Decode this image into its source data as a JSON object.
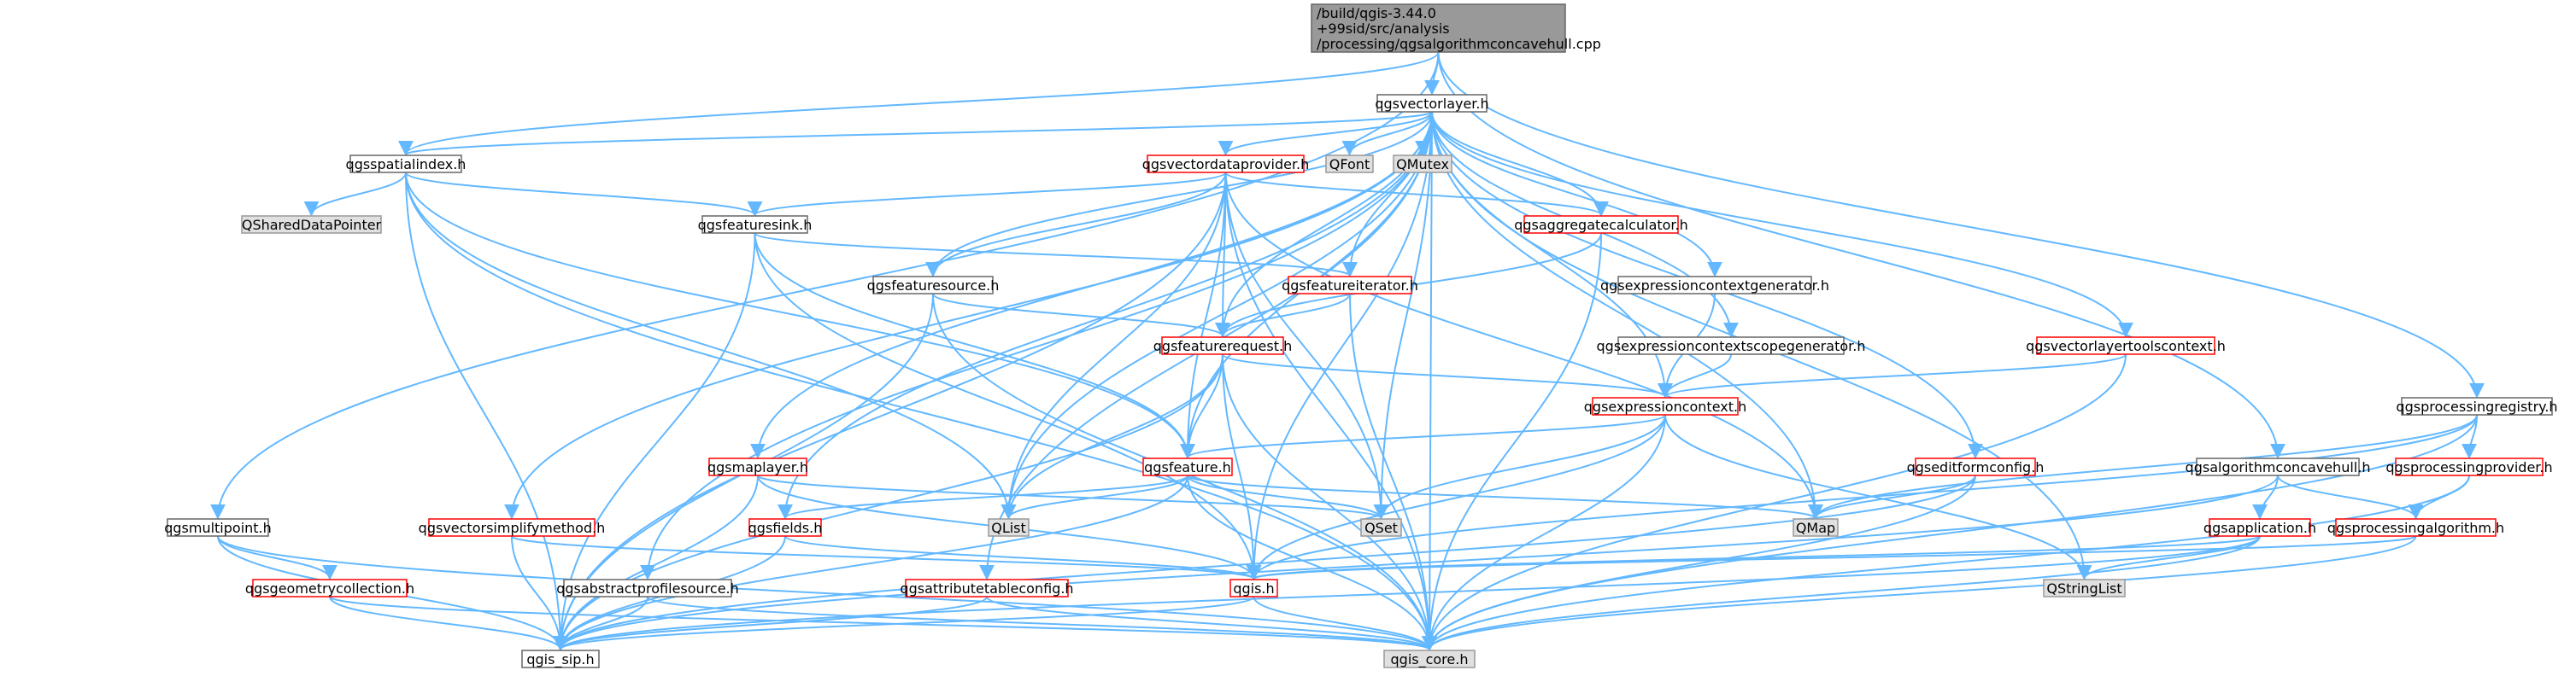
{
  "diagram": {
    "colors": {
      "edge": "#63b8ff",
      "root_fill": "#999999",
      "red_border": "#ff0000",
      "ext_fill": "#e0e0e0"
    },
    "nodes": [
      {
        "id": "root",
        "style": "root",
        "lines": [
          "/build/qgis-3.44.0",
          "+99sid/src/analysis",
          "/processing/qgsalgorithmconcavehull.cpp"
        ]
      },
      {
        "id": "qgsvectorlayer",
        "style": "normal",
        "lines": [
          "qgsvectorlayer.h"
        ]
      },
      {
        "id": "qgsspatialindex",
        "style": "normal",
        "lines": [
          "qgsspatialindex.h"
        ]
      },
      {
        "id": "qshareddatapointer",
        "style": "ext",
        "lines": [
          "QSharedDataPointer"
        ]
      },
      {
        "id": "qgsvectordataprovider",
        "style": "red",
        "lines": [
          "qgsvectordataprovider.h"
        ]
      },
      {
        "id": "qfont",
        "style": "ext",
        "lines": [
          "QFont"
        ]
      },
      {
        "id": "qmutex",
        "style": "ext",
        "lines": [
          "QMutex"
        ]
      },
      {
        "id": "qgsfeaturesink",
        "style": "normal",
        "lines": [
          "qgsfeaturesink.h"
        ]
      },
      {
        "id": "qgsaggregatecalculator",
        "style": "red",
        "lines": [
          "qgsaggregatecalculator.h"
        ]
      },
      {
        "id": "qgsfeaturesource",
        "style": "normal",
        "lines": [
          "qgsfeaturesource.h"
        ]
      },
      {
        "id": "qgsfeatureiterator",
        "style": "red",
        "lines": [
          "qgsfeatureiterator.h"
        ]
      },
      {
        "id": "qgsexpressioncontextgenerator",
        "style": "normal",
        "lines": [
          "qgsexpressioncontextgenerator.h"
        ]
      },
      {
        "id": "qgsfeaturerequest",
        "style": "red",
        "lines": [
          "qgsfeaturerequest.h"
        ]
      },
      {
        "id": "qgsexpressioncontextscopegenerator",
        "style": "normal",
        "lines": [
          "qgsexpressioncontextscopegenerator.h"
        ]
      },
      {
        "id": "qgsvectorlayertoolscontext",
        "style": "red",
        "lines": [
          "qgsvectorlayertoolscontext.h"
        ]
      },
      {
        "id": "qgsprocessingregistry",
        "style": "normal",
        "lines": [
          "qgsprocessingregistry.h"
        ]
      },
      {
        "id": "qgsexpressioncontext",
        "style": "red",
        "lines": [
          "qgsexpressioncontext.h"
        ]
      },
      {
        "id": "qgsmaplayer",
        "style": "red",
        "lines": [
          "qgsmaplayer.h"
        ]
      },
      {
        "id": "qgsfeature",
        "style": "red",
        "lines": [
          "qgsfeature.h"
        ]
      },
      {
        "id": "qgseditformconfig",
        "style": "red",
        "lines": [
          "qgseditformconfig.h"
        ]
      },
      {
        "id": "qgsalgorithmconcavehull",
        "style": "normal",
        "lines": [
          "qgsalgorithmconcavehull.h"
        ]
      },
      {
        "id": "qgsprocessingprovider",
        "style": "red",
        "lines": [
          "qgsprocessingprovider.h"
        ]
      },
      {
        "id": "qgsmultipoint",
        "style": "normal",
        "lines": [
          "qgsmultipoint.h"
        ]
      },
      {
        "id": "qgsvectorsimplifymethod",
        "style": "red",
        "lines": [
          "qgsvectorsimplifymethod.h"
        ]
      },
      {
        "id": "qgsfields",
        "style": "red",
        "lines": [
          "qgsfields.h"
        ]
      },
      {
        "id": "qlist",
        "style": "ext",
        "lines": [
          "QList"
        ]
      },
      {
        "id": "qset",
        "style": "ext",
        "lines": [
          "QSet"
        ]
      },
      {
        "id": "qmap",
        "style": "ext",
        "lines": [
          "QMap"
        ]
      },
      {
        "id": "qgsapplication",
        "style": "red",
        "lines": [
          "qgsapplication.h"
        ]
      },
      {
        "id": "qgsprocessingalgorithm",
        "style": "red",
        "lines": [
          "qgsprocessingalgorithm.h"
        ]
      },
      {
        "id": "qgsgeometrycollection",
        "style": "red",
        "lines": [
          "qgsgeometrycollection.h"
        ]
      },
      {
        "id": "qgsabstractprofilesource",
        "style": "normal",
        "lines": [
          "qgsabstractprofilesource.h"
        ]
      },
      {
        "id": "qgsattributetableconfig",
        "style": "red",
        "lines": [
          "qgsattributetableconfig.h"
        ]
      },
      {
        "id": "qgis",
        "style": "red",
        "lines": [
          "qgis.h"
        ]
      },
      {
        "id": "qstringlist",
        "style": "ext",
        "lines": [
          "QStringList"
        ]
      },
      {
        "id": "qgis_sip",
        "style": "normal",
        "lines": [
          "qgis_sip.h"
        ]
      },
      {
        "id": "qgis_core",
        "style": "ext",
        "lines": [
          "qgis_core.h"
        ]
      }
    ],
    "edges": [
      [
        "root",
        "qgsvectorlayer"
      ],
      [
        "root",
        "qgsspatialindex"
      ],
      [
        "root",
        "qgsmultipoint"
      ],
      [
        "root",
        "qgsprocessingregistry"
      ],
      [
        "root",
        "qgsalgorithmconcavehull"
      ],
      [
        "qgsvectorlayer",
        "qgsspatialindex"
      ],
      [
        "qgsvectorlayer",
        "qgsvectordataprovider"
      ],
      [
        "qgsvectorlayer",
        "qfont"
      ],
      [
        "qgsvectorlayer",
        "qmutex"
      ],
      [
        "qgsvectorlayer",
        "qgsaggregatecalculator"
      ],
      [
        "qgsvectorlayer",
        "qgsfeaturesource"
      ],
      [
        "qgsvectorlayer",
        "qgsfeatureiterator"
      ],
      [
        "qgsvectorlayer",
        "qgsexpressioncontextgenerator"
      ],
      [
        "qgsvectorlayer",
        "qgsexpressioncontextscopegenerator"
      ],
      [
        "qgsvectorlayer",
        "qgsvectorlayertoolscontext"
      ],
      [
        "qgsvectorlayer",
        "qgsfeaturerequest"
      ],
      [
        "qgsvectorlayer",
        "qgsexpressioncontext"
      ],
      [
        "qgsvectorlayer",
        "qgsmaplayer"
      ],
      [
        "qgsvectorlayer",
        "qgsfeature"
      ],
      [
        "qgsvectorlayer",
        "qgseditformconfig"
      ],
      [
        "qgsvectorlayer",
        "qgsvectorsimplifymethod"
      ],
      [
        "qgsvectorlayer",
        "qgsfields"
      ],
      [
        "qgsvectorlayer",
        "qlist"
      ],
      [
        "qgsvectorlayer",
        "qset"
      ],
      [
        "qgsvectorlayer",
        "qmap"
      ],
      [
        "qgsvectorlayer",
        "qgsabstractprofilesource"
      ],
      [
        "qgsvectorlayer",
        "qgsattributetableconfig"
      ],
      [
        "qgsvectorlayer",
        "qgis"
      ],
      [
        "qgsvectorlayer",
        "qstringlist"
      ],
      [
        "qgsvectorlayer",
        "qgis_core"
      ],
      [
        "qgsspatialindex",
        "qshareddatapointer"
      ],
      [
        "qgsspatialindex",
        "qgsfeaturesink"
      ],
      [
        "qgsspatialindex",
        "qgsfeature"
      ],
      [
        "qgsspatialindex",
        "qlist"
      ],
      [
        "qgsspatialindex",
        "qgis_sip"
      ],
      [
        "qgsspatialindex",
        "qgis_core"
      ],
      [
        "qgsvectordataprovider",
        "qgsfeaturesink"
      ],
      [
        "qgsvectordataprovider",
        "qgsaggregatecalculator"
      ],
      [
        "qgsvectordataprovider",
        "qgsfeaturesource"
      ],
      [
        "qgsvectordataprovider",
        "qgsfeaturerequest"
      ],
      [
        "qgsvectordataprovider",
        "qgsfeature"
      ],
      [
        "qgsvectordataprovider",
        "qlist"
      ],
      [
        "qgsvectordataprovider",
        "qset"
      ],
      [
        "qgsvectordataprovider",
        "qmap"
      ],
      [
        "qgsvectordataprovider",
        "qgis_sip"
      ],
      [
        "qgsvectordataprovider",
        "qgis_core"
      ],
      [
        "qgsfeaturesink",
        "qgsfeatureiterator"
      ],
      [
        "qgsfeaturesink",
        "qgsfeature"
      ],
      [
        "qgsfeaturesink",
        "qgis"
      ],
      [
        "qgsfeaturesink",
        "qgis_sip"
      ],
      [
        "qgsaggregatecalculator",
        "qgsfeaturerequest"
      ],
      [
        "qgsaggregatecalculator",
        "qgis_core"
      ],
      [
        "qgsfeaturesource",
        "qgsfeaturerequest"
      ],
      [
        "qgsfeaturesource",
        "qgis_sip"
      ],
      [
        "qgsfeaturesource",
        "qgis_core"
      ],
      [
        "qgsfeatureiterator",
        "qgsfeaturerequest"
      ],
      [
        "qgsfeatureiterator",
        "qgis_core"
      ],
      [
        "qgsexpressioncontextgenerator",
        "qgsexpressioncontext"
      ],
      [
        "qgsexpressioncontextscopegenerator",
        "qgsexpressioncontext"
      ],
      [
        "qgsvectorlayertoolscontext",
        "qgsexpressioncontext"
      ],
      [
        "qgsvectorlayertoolscontext",
        "qgis_core"
      ],
      [
        "qgsfeaturerequest",
        "qgsexpressioncontext"
      ],
      [
        "qgsfeaturerequest",
        "qgsfeature"
      ],
      [
        "qgsfeaturerequest",
        "qlist"
      ],
      [
        "qgsfeaturerequest",
        "qgis"
      ],
      [
        "qgsfeaturerequest",
        "qgis_sip"
      ],
      [
        "qgsfeaturerequest",
        "qgis_core"
      ],
      [
        "qgsprocessingregistry",
        "qgsprocessingprovider"
      ],
      [
        "qgsprocessingregistry",
        "qmap"
      ],
      [
        "qgsprocessingregistry",
        "qgis"
      ],
      [
        "qgsprocessingregistry",
        "qgis_core"
      ],
      [
        "qgsexpressioncontext",
        "qgsfeature"
      ],
      [
        "qgsexpressioncontext",
        "qset"
      ],
      [
        "qgsexpressioncontext",
        "qstringlist"
      ],
      [
        "qgsexpressioncontext",
        "qgis"
      ],
      [
        "qgsexpressioncontext",
        "qgis_core"
      ],
      [
        "qgsmaplayer",
        "qset"
      ],
      [
        "qgsmaplayer",
        "qgis"
      ],
      [
        "qgsmaplayer",
        "qgis_sip"
      ],
      [
        "qgsfeature",
        "qgsfields"
      ],
      [
        "qgsfeature",
        "qlist"
      ],
      [
        "qgsfeature",
        "qset"
      ],
      [
        "qgsfeature",
        "qmap"
      ],
      [
        "qgsfeature",
        "qgis_sip"
      ],
      [
        "qgsfeature",
        "qgis_core"
      ],
      [
        "qgseditformconfig",
        "qmap"
      ],
      [
        "qgseditformconfig",
        "qgis_sip"
      ],
      [
        "qgseditformconfig",
        "qgis_core"
      ],
      [
        "qgsalgorithmconcavehull",
        "qgsapplication"
      ],
      [
        "qgsalgorithmconcavehull",
        "qgsprocessingalgorithm"
      ],
      [
        "qgsalgorithmconcavehull",
        "qgis_sip"
      ],
      [
        "qgsprocessingprovider",
        "qgsprocessingalgorithm"
      ],
      [
        "qgsprocessingprovider",
        "qgis_core"
      ],
      [
        "qgsmultipoint",
        "qgsgeometrycollection"
      ],
      [
        "qgsmultipoint",
        "qgis_sip"
      ],
      [
        "qgsmultipoint",
        "qgis_core"
      ],
      [
        "qgsvectorsimplifymethod",
        "qgis"
      ],
      [
        "qgsvectorsimplifymethod",
        "qgis_sip"
      ],
      [
        "qgsfields",
        "qgis"
      ],
      [
        "qgsfields",
        "qgis_sip"
      ],
      [
        "qgsapplication",
        "qgis"
      ],
      [
        "qgsapplication",
        "qstringlist"
      ],
      [
        "qgsapplication",
        "qgis_sip"
      ],
      [
        "qgsapplication",
        "qgis_core"
      ],
      [
        "qgsprocessingalgorithm",
        "qgis"
      ],
      [
        "qgsprocessingalgorithm",
        "qgis_core"
      ],
      [
        "qgsgeometrycollection",
        "qgis_sip"
      ],
      [
        "qgsgeometrycollection",
        "qgis_core"
      ],
      [
        "qgsabstractprofilesource",
        "qgis_sip"
      ],
      [
        "qgsabstractprofilesource",
        "qgis_core"
      ],
      [
        "qgsattributetableconfig",
        "qgis_sip"
      ],
      [
        "qgsattributetableconfig",
        "qgis_core"
      ],
      [
        "qgis",
        "qgis_sip"
      ],
      [
        "qgis",
        "qgis_core"
      ]
    ]
  }
}
